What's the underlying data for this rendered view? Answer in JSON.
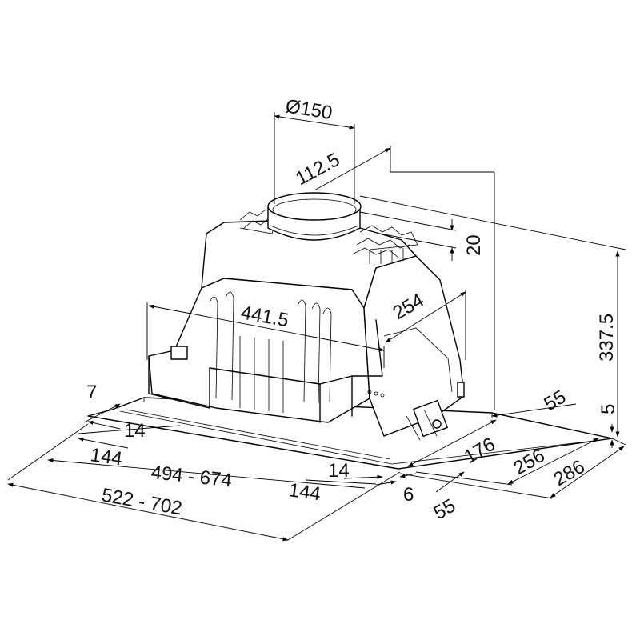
{
  "dimensions": {
    "duct_diameter": "Ø150",
    "duct_offset": "112.5",
    "duct_to_body": "20",
    "total_height": "337.5",
    "flange_thickness": "5",
    "body_width": "441.5",
    "body_depth": "254",
    "front_setback": "7",
    "flange_left": "14",
    "flange_left_depth": "144",
    "body_range": "494 - 674",
    "flange_range": "522 - 702",
    "flange_right": "14",
    "flange_right_depth": "144",
    "flange_right_small": "6",
    "side_55_top": "55",
    "side_55_bottom": "55",
    "depth_176": "176",
    "depth_256": "256",
    "depth_286": "286"
  }
}
